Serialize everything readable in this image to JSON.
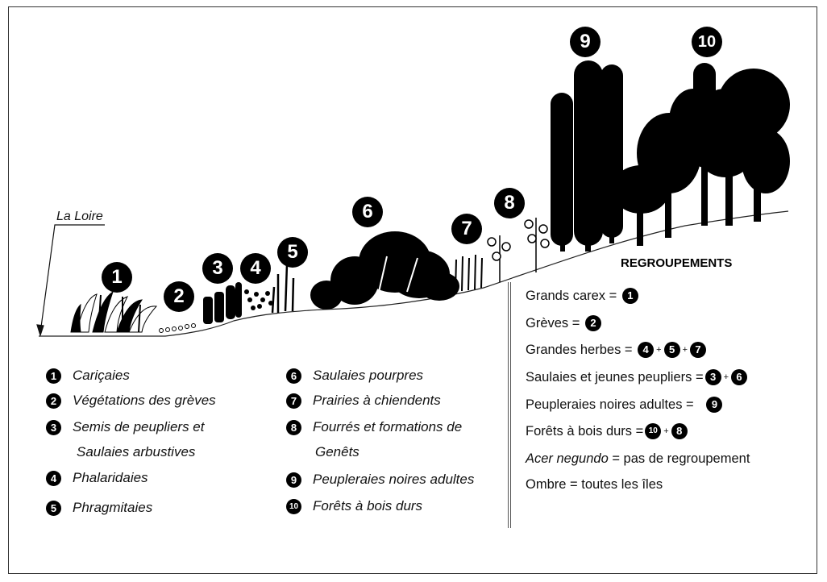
{
  "loire_label": "La Loire",
  "profile_numbers": [
    "1",
    "2",
    "3",
    "4",
    "5",
    "6",
    "7",
    "8",
    "9",
    "10"
  ],
  "legend": [
    {
      "num": "1",
      "text": "Cariçaies"
    },
    {
      "num": "2",
      "text": "Végétations des grèves"
    },
    {
      "num": "3",
      "text": "Semis de peupliers et",
      "text2": "Saulaies arbustives"
    },
    {
      "num": "4",
      "text": "Phalaridaies"
    },
    {
      "num": "5",
      "text": "Phragmitaies"
    },
    {
      "num": "6",
      "text": "Saulaies pourpres"
    },
    {
      "num": "7",
      "text": "Prairies à chiendents"
    },
    {
      "num": "8",
      "text": "Fourrés et formations de",
      "text2": "Genêts"
    },
    {
      "num": "9",
      "text": "Peupleraies noires adultes"
    },
    {
      "num": "10",
      "text": "Forêts à bois durs"
    }
  ],
  "groupings": {
    "title": "REGROUPEMENTS",
    "rows": [
      {
        "label": "Grands carex =",
        "nums": [
          "1"
        ]
      },
      {
        "label": "Grèves =",
        "nums": [
          "2"
        ]
      },
      {
        "label": "Grandes herbes =",
        "nums": [
          "4",
          "5",
          "7"
        ]
      },
      {
        "label": "Saulaies et jeunes peupliers =",
        "nums": [
          "3",
          "6"
        ]
      },
      {
        "label": "Peupleraies noires adultes =",
        "nums": [
          "9"
        ]
      },
      {
        "label": "Forêts à bois durs =",
        "nums": [
          "10",
          "8"
        ]
      },
      {
        "label_italic": "Acer negundo",
        "label": " = pas de regroupement",
        "nums": []
      },
      {
        "label": "Ombre = toutes les îles",
        "nums": []
      }
    ]
  },
  "colors": {
    "ink": "#000000",
    "background": "#ffffff",
    "frame": "#333333"
  }
}
